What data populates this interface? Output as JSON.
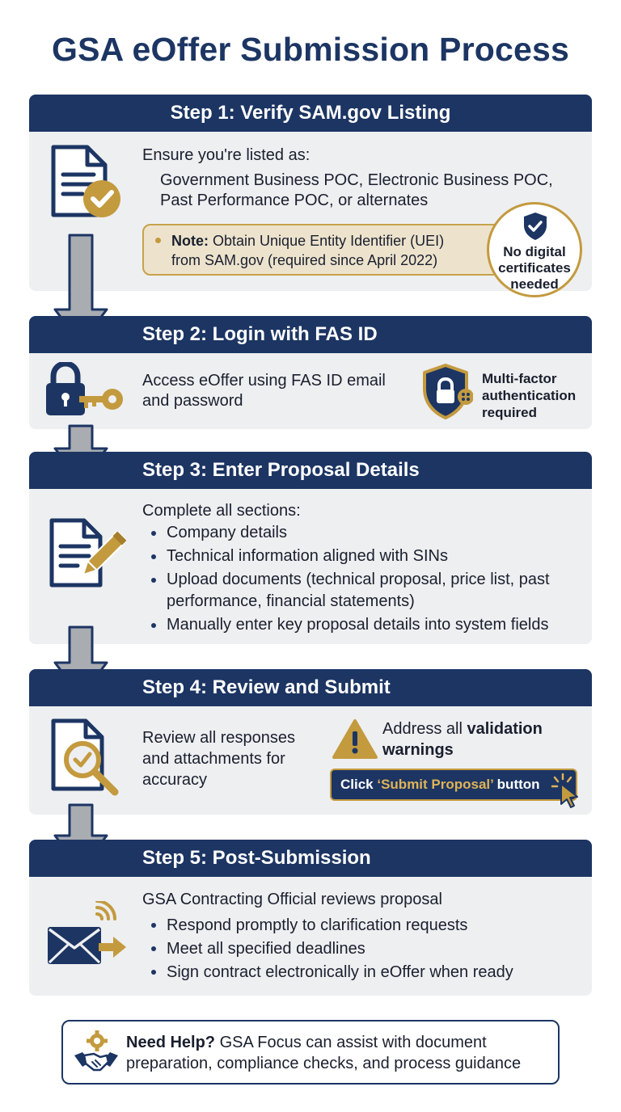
{
  "title": "GSA eOffer Submission Process",
  "colors": {
    "navy": "#1c3563",
    "gold": "#c39a3e",
    "card_bg": "#eeeff1",
    "arrow_gray": "#a9acb1"
  },
  "step1": {
    "header": "Step 1: Verify SAM.gov Listing",
    "icon": "document-check-icon",
    "intro": "Ensure you're listed as:",
    "roles_line1": "Government Business POC, Electronic Business POC,",
    "roles_line2": "Past Performance POC, or alternates",
    "note_label": "Note:",
    "note_line1": "Obtain Unique Entity Identifier (UEI)",
    "note_line2": "from SAM.gov (required since April 2022)",
    "badge_icon": "shield-check-icon",
    "badge_lines": [
      "No digital",
      "certificates",
      "needed"
    ]
  },
  "step2": {
    "header": "Step 2: Login with FAS ID",
    "icon": "lock-key-icon",
    "text_line1": "Access eOffer using FAS ID email",
    "text_line2": "and password",
    "mfa_icon": "shield-lock-icon",
    "mfa_lines": [
      "Multi-factor",
      "authentication",
      "required"
    ]
  },
  "step3": {
    "header": "Step 3: Enter Proposal Details",
    "icon": "document-pencil-icon",
    "intro": "Complete all sections:",
    "bullets": [
      [
        "Company details"
      ],
      [
        "Technical information aligned with SINs"
      ],
      [
        "Upload documents (technical proposal, price list, past",
        "performance, financial statements)"
      ],
      [
        "Manually enter key proposal details into system fields"
      ]
    ]
  },
  "step4": {
    "header": "Step 4: Review and Submit",
    "icon": "document-search-icon",
    "text_lines": [
      "Review all responses",
      "and attachments for",
      "accuracy"
    ],
    "warning_icon": "warning-icon",
    "warn_prefix": "Address all ",
    "warn_bold_1": "validation",
    "warn_bold_2": "warnings",
    "btn_prefix": "Click ",
    "btn_highlight": "‘Submit Proposal’",
    "btn_suffix": " button",
    "cursor_icon": "cursor-click-icon"
  },
  "step5": {
    "header": "Step 5: Post-Submission",
    "icon": "envelope-send-icon",
    "intro": "GSA Contracting Official reviews proposal",
    "bullets": [
      "Respond promptly to clarification requests",
      "Meet all specified deadlines",
      "Sign contract electronically in eOffer when ready"
    ]
  },
  "help": {
    "icon": "handshake-gear-icon",
    "bold": "Need Help?",
    "line1": " GSA Focus can assist with document",
    "line2": "preparation, compliance checks, and process guidance"
  }
}
